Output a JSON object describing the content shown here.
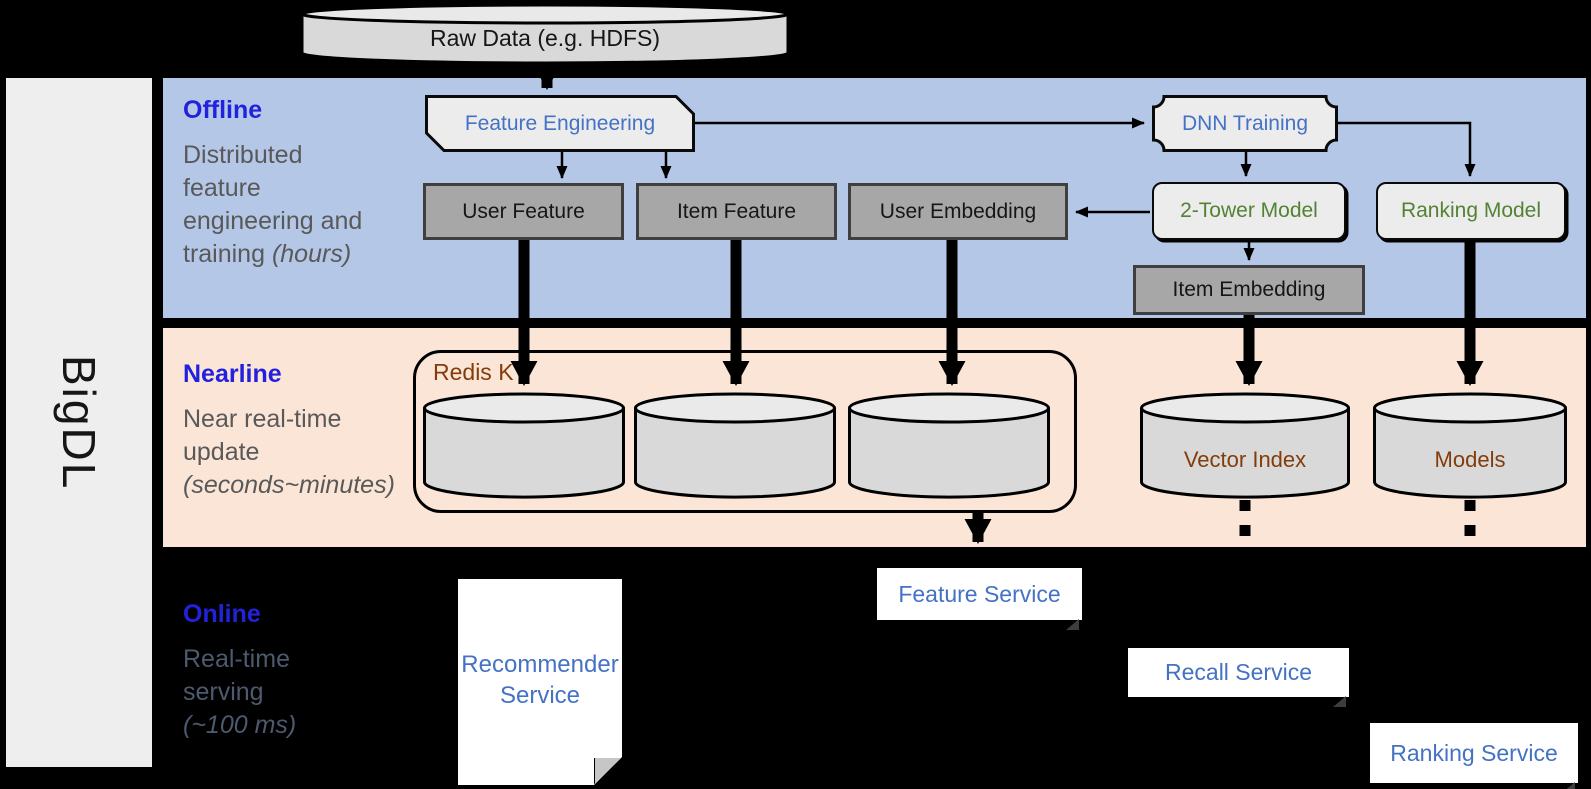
{
  "brand": {
    "label": "BigDL"
  },
  "raw_data": {
    "label": "Raw Data (e.g. HDFS)"
  },
  "sections": {
    "offline": {
      "title": "Offline",
      "line1": "Distributed",
      "line2": "feature",
      "line3": "engineering and",
      "line4": "training",
      "duration": "(hours)"
    },
    "nearline": {
      "title": "Nearline",
      "line1": "Near real-time",
      "line2": "update",
      "duration": "(seconds~minutes)"
    },
    "online": {
      "title": "Online",
      "line1": "Real-time",
      "line2": "serving",
      "duration": "(~100 ms)"
    }
  },
  "nodes": {
    "feature_engineering": "Feature Engineering",
    "dnn_training": "DNN Training",
    "user_feature": "User Feature",
    "item_feature": "Item Feature",
    "user_embedding": "User Embedding",
    "two_tower_model": "2-Tower Model",
    "ranking_model": "Ranking Model",
    "item_embedding": "Item Embedding",
    "redis_kv": "Redis KV",
    "vector_index": "Vector Index",
    "models": "Models",
    "feature_service": "Feature Service",
    "recall_service": "Recall Service",
    "ranking_service": "Ranking Service",
    "recommender_service_line1": "Recommender",
    "recommender_service_line2": "Service"
  },
  "colors": {
    "band_offline": "#b4c7e7",
    "band_nearline": "#fbe5d6",
    "title_blue": "#2222dd",
    "subtitle_gray": "#595959",
    "online_subtitle": "#4d5a6e",
    "label_blue": "#4472c4",
    "label_green": "#548235",
    "label_brown": "#843c0c"
  }
}
